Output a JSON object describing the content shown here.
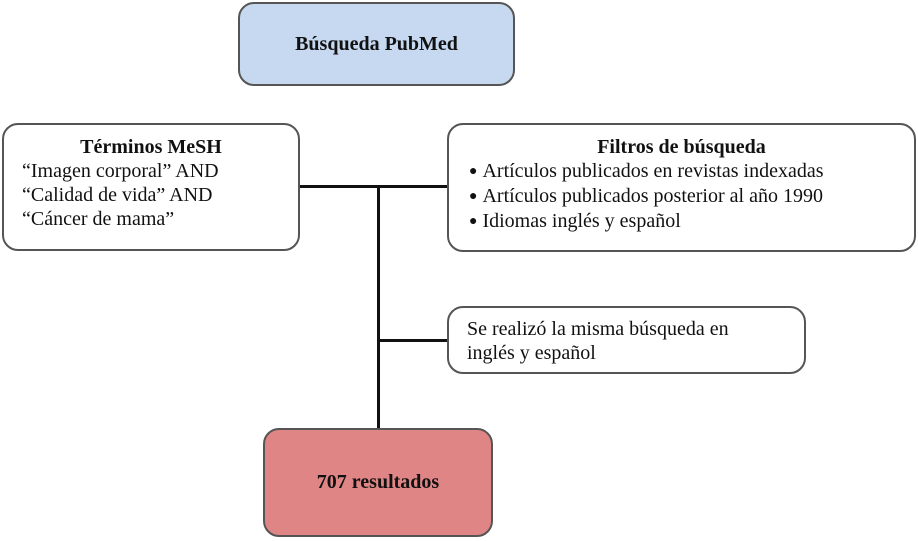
{
  "top": {
    "label": "Búsqueda PubMed",
    "fill": "#c6d9f0"
  },
  "mesh": {
    "title": "Términos MeSH",
    "lines": [
      "“Imagen corporal” AND",
      "“Calidad de vida” AND",
      "“Cáncer de mama”"
    ]
  },
  "filters": {
    "title": "Filtros de búsqueda",
    "items": [
      "Artículos publicados en revistas indexadas",
      "Artículos publicados posterior al año 1990",
      "Idiomas inglés y español"
    ]
  },
  "note": {
    "lines": [
      "Se realizó la misma búsqueda en",
      "inglés y español"
    ]
  },
  "result": {
    "label": "707 resultados",
    "fill": "#e08585"
  }
}
